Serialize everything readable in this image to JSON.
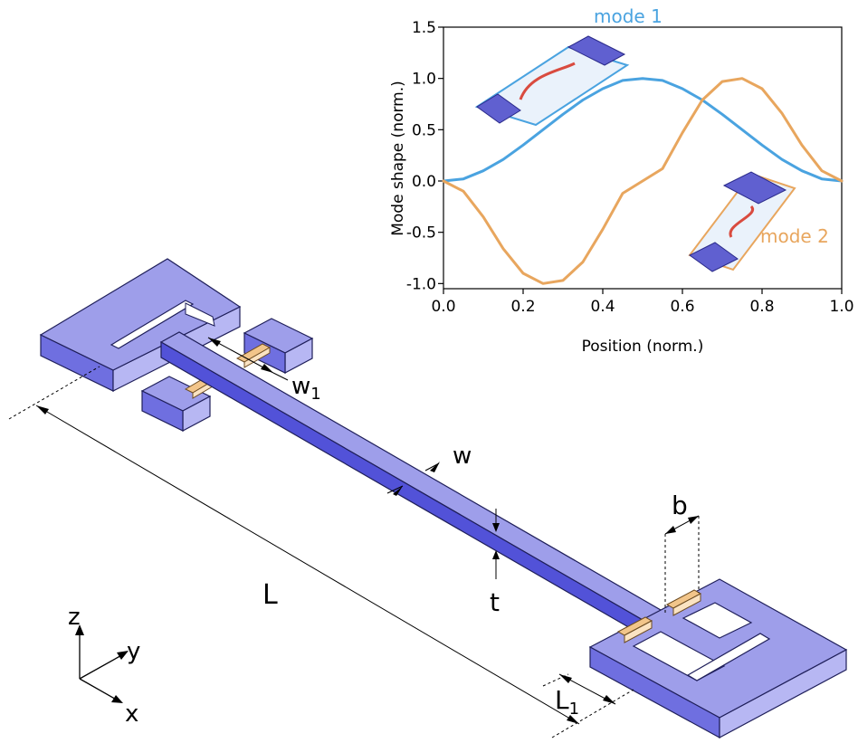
{
  "diagram": {
    "labels": {
      "w1_main": "w",
      "w1_sub": "1",
      "w": "w",
      "b": "b",
      "t": "t",
      "L": "L",
      "L1_main": "L",
      "L1_sub": "1"
    },
    "axes": {
      "z": "z",
      "y": "y",
      "x": "x"
    }
  },
  "inset_chart": {
    "chart_data": {
      "type": "line",
      "xlabel": "Position (norm.)",
      "ylabel": "Mode shape (norm.)",
      "xlim": [
        0.0,
        1.0
      ],
      "ylim": [
        -1.05,
        1.5
      ],
      "xticks": [
        "0.0",
        "0.2",
        "0.4",
        "0.6",
        "0.8",
        "1.0"
      ],
      "xtick_values": [
        0.0,
        0.2,
        0.4,
        0.6,
        0.8,
        1.0
      ],
      "yticks": [
        "1.5",
        "1.0",
        "0.5",
        "0.0",
        "-0.5",
        "-1.0"
      ],
      "ytick_values": [
        1.5,
        1.0,
        0.5,
        0.0,
        -0.5,
        -1.0
      ],
      "series": [
        {
          "name": "mode 1",
          "color": "#4aa3e0",
          "x": [
            0.0,
            0.05,
            0.1,
            0.15,
            0.2,
            0.25,
            0.3,
            0.35,
            0.4,
            0.45,
            0.5,
            0.55,
            0.6,
            0.65,
            0.7,
            0.75,
            0.8,
            0.85,
            0.9,
            0.95,
            1.0
          ],
          "y": [
            0.0,
            0.02,
            0.1,
            0.21,
            0.35,
            0.5,
            0.65,
            0.79,
            0.9,
            0.98,
            1.0,
            0.98,
            0.9,
            0.79,
            0.65,
            0.5,
            0.35,
            0.21,
            0.1,
            0.02,
            0.0
          ]
        },
        {
          "name": "mode 2",
          "color": "#e8a65e",
          "x": [
            0.0,
            0.05,
            0.1,
            0.15,
            0.2,
            0.25,
            0.3,
            0.35,
            0.4,
            0.45,
            0.5,
            0.55,
            0.6,
            0.65,
            0.7,
            0.75,
            0.8,
            0.85,
            0.9,
            0.95,
            1.0
          ],
          "y": [
            0.0,
            -0.1,
            -0.35,
            -0.66,
            -0.9,
            -1.0,
            -0.97,
            -0.79,
            -0.47,
            -0.12,
            0.0,
            0.12,
            0.47,
            0.79,
            0.97,
            1.0,
            0.9,
            0.66,
            0.35,
            0.1,
            0.0
          ]
        }
      ]
    }
  }
}
